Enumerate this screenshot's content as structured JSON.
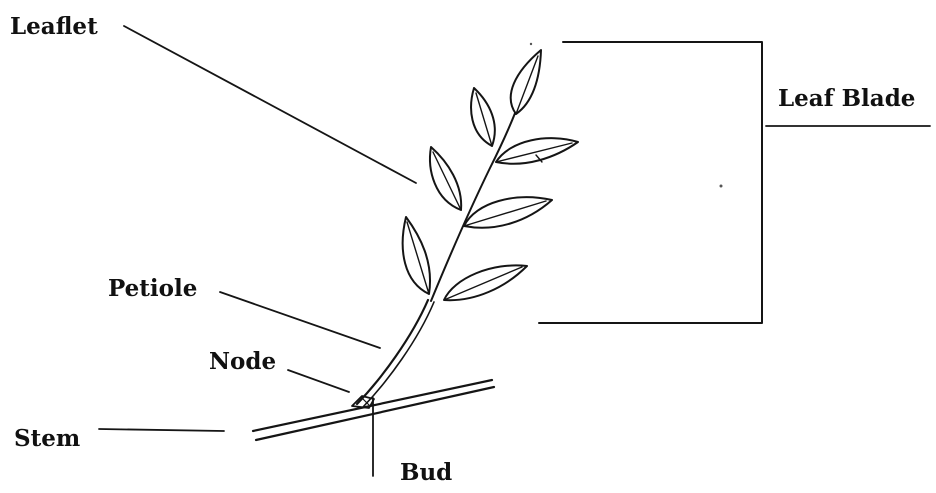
{
  "labels": {
    "leaflet": "Leaflet",
    "leaf_blade": "Leaf Blade",
    "petiole": "Petiole",
    "node": "Node",
    "stem": "Stem",
    "bud": "Bud"
  },
  "colors": {
    "ink": "#151515",
    "background": "#ffffff"
  }
}
